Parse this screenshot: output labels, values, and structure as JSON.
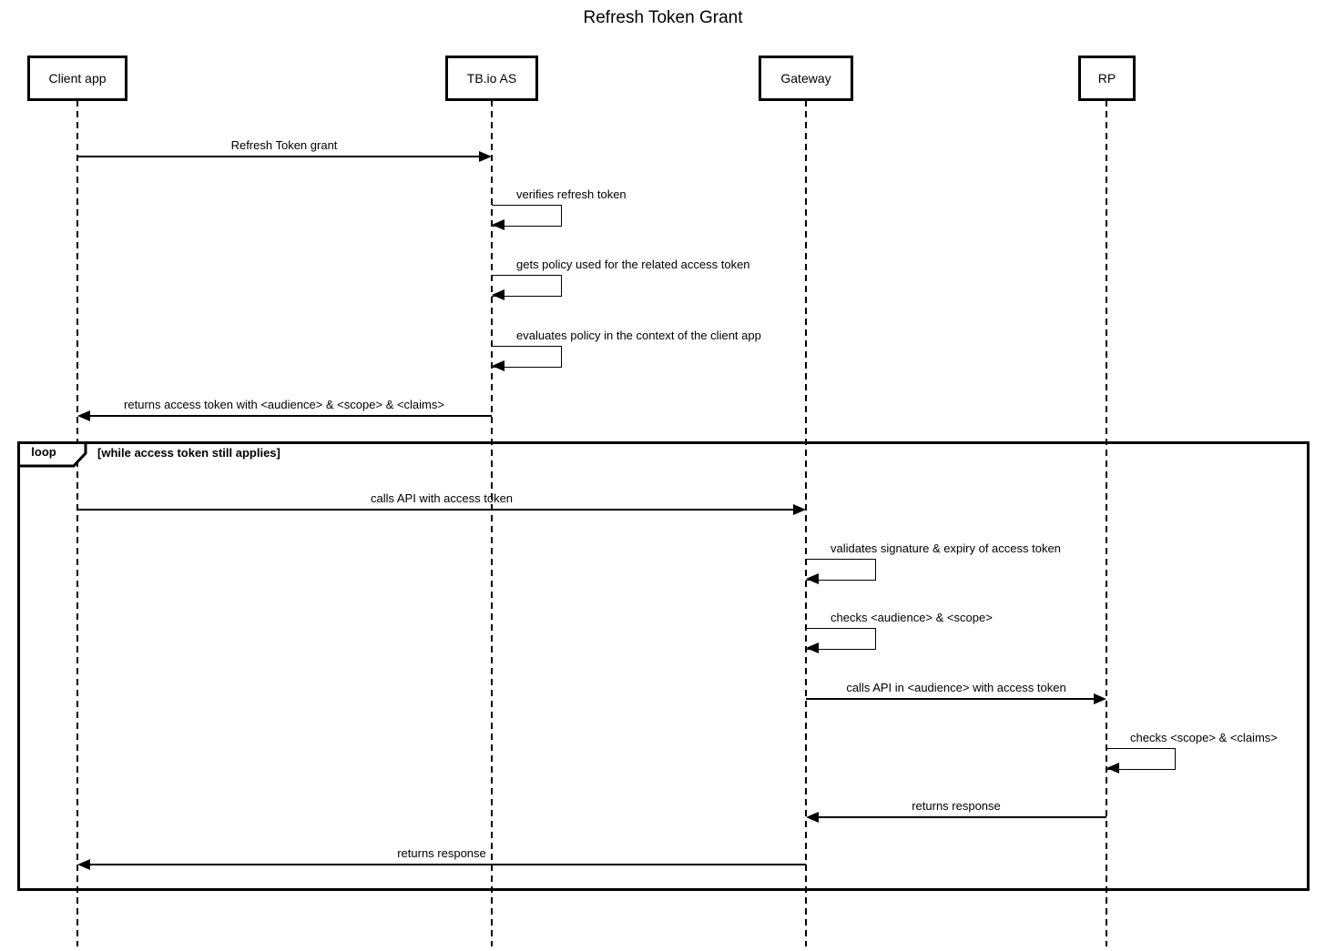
{
  "diagram": {
    "type": "sequence",
    "title": "Refresh Token Grant"
  },
  "participants": [
    {
      "id": "client-app",
      "label": "Client app"
    },
    {
      "id": "tbio-as",
      "label": "TB.io AS"
    },
    {
      "id": "gateway",
      "label": "Gateway"
    },
    {
      "id": "rp",
      "label": "RP"
    }
  ],
  "messages": [
    {
      "from": "Client app",
      "to": "TB.io AS",
      "kind": "call",
      "label": "Refresh Token grant"
    },
    {
      "from": "TB.io AS",
      "to": "TB.io AS",
      "kind": "self",
      "label": "verifies refresh token"
    },
    {
      "from": "TB.io AS",
      "to": "TB.io AS",
      "kind": "self",
      "label": "gets policy used for the related access token"
    },
    {
      "from": "TB.io AS",
      "to": "TB.io AS",
      "kind": "self",
      "label": "evaluates policy in the context of the client app"
    },
    {
      "from": "TB.io AS",
      "to": "Client app",
      "kind": "return",
      "label": "returns access token with <audience> & <scope> & <claims>"
    }
  ],
  "loop_fragment": {
    "operator": "loop",
    "guard": "[while access token still applies]",
    "messages": [
      {
        "from": "Client app",
        "to": "Gateway",
        "kind": "call",
        "label": "calls API with access token"
      },
      {
        "from": "Gateway",
        "to": "Gateway",
        "kind": "self",
        "label": "validates signature & expiry of access token"
      },
      {
        "from": "Gateway",
        "to": "Gateway",
        "kind": "self",
        "label": "checks <audience> & <scope>"
      },
      {
        "from": "Gateway",
        "to": "RP",
        "kind": "call",
        "label": "calls API in <audience> with access token"
      },
      {
        "from": "RP",
        "to": "RP",
        "kind": "self",
        "label": "checks <scope> & <claims>"
      },
      {
        "from": "RP",
        "to": "Gateway",
        "kind": "return",
        "label": "returns response"
      },
      {
        "from": "Gateway",
        "to": "Client app",
        "kind": "return",
        "label": "returns response"
      }
    ]
  },
  "colors": {
    "line": "#000000",
    "text": "#000000",
    "background": "#ffffff"
  }
}
